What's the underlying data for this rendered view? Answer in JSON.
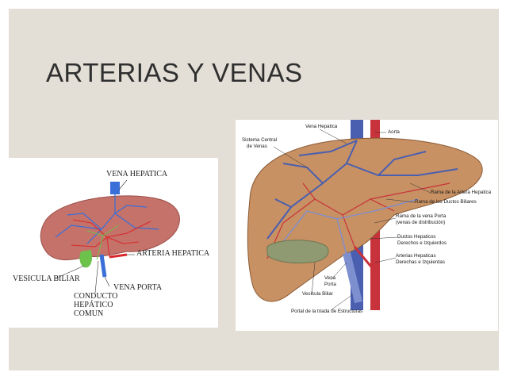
{
  "slide": {
    "title": "ARTERIAS Y VENAS"
  },
  "left_diagram": {
    "labels": {
      "vena_hepatica": "VENA HEPATICA",
      "arteria_hepatica": "ARTERIA HEPATICA",
      "vesicula_biliar": "VESICULA BILIAR",
      "vena_porta": "VENA PORTA",
      "conducto_1": "CONDUCTO",
      "conducto_2": "HEPÁTICO",
      "conducto_3": "COMUN"
    },
    "colors": {
      "liver": "#c4726a",
      "vein": "#3a6fd8",
      "artery": "#d9282b",
      "duct": "#6cc24a"
    }
  },
  "right_diagram": {
    "labels": {
      "vena_hepatica": "Vena Hepatica",
      "aorta": "Aorta",
      "sistema_central_1": "Sistema Central",
      "sistema_central_2": "de Venas",
      "rama_arteria": "Rama de la Artera Hepatica",
      "rama_ductos": "Rama de los Ductos Biliares",
      "rama_vena_porta_1": "Rama de la vena Porta",
      "rama_vena_porta_2": "(venas de distribución)",
      "ductos_1": "Ductos Hepaticos",
      "ductos_2": "Derechos e Izquierdos",
      "arterias_1": "Arterias Hepaticas",
      "arterias_2": "Derechas e Izquierdas",
      "vena_porta_1": "Vena",
      "vena_porta_2": "Porta",
      "vesicula": "Vesícula Biliar",
      "portal": "Portal de la triada de Estructuras"
    },
    "colors": {
      "liver": "#c79163",
      "vein": "#4a5fb0",
      "artery": "#c8323a",
      "gallbladder": "#8f9a72"
    }
  }
}
